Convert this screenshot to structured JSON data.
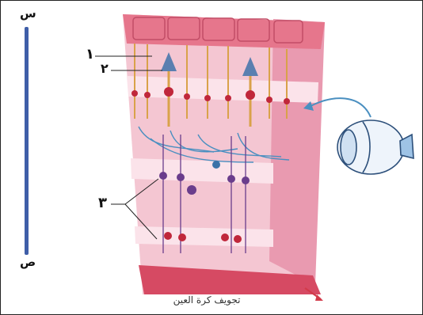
{
  "labels": {
    "axis_top": "س",
    "axis_bottom": "ص",
    "num1": "١",
    "num2": "٢",
    "num3": "٣"
  },
  "caption": "تجويف كرة العين",
  "colors": {
    "axis_bar": "#3f5ea8",
    "tissue_pink": "#f2b8c8",
    "band_light": "#fbe3ea",
    "neuron_red": "#c0273b",
    "neuron_purple": "#6a3d8c",
    "fiber_blue": "#4a8fc0"
  },
  "icons": [
    "eye-icon",
    "arrow-icon"
  ]
}
